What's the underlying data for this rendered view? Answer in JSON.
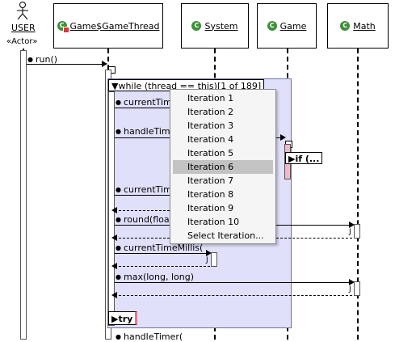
{
  "actor": {
    "name": "USER",
    "stereotype": "«Actor»"
  },
  "lifelines": [
    {
      "name": "Game$GameThread",
      "icon": "thread-class-icon"
    },
    {
      "name": "System",
      "icon": "class-icon"
    },
    {
      "name": "Game",
      "icon": "class-icon"
    },
    {
      "name": "Math",
      "icon": "class-icon"
    }
  ],
  "messages": {
    "run": "run()",
    "current_time_1": "currentTime",
    "handle_time_1": "handleTime",
    "current_time_2": "currentTime",
    "round": "round(float",
    "current_time_millis": "currentTimeMillis(",
    "max": "max(long, long)",
    "handle_timer": "handleTimer("
  },
  "frames": {
    "while_label": "while (thread == this)[1 of 189]",
    "if_label": "if (...",
    "try_label": "try"
  },
  "iteration_menu": {
    "items": [
      "Iteration 1",
      "Iteration 2",
      "Iteration 3",
      "Iteration 4",
      "Iteration 5",
      "Iteration 6",
      "Iteration 7",
      "Iteration 8",
      "Iteration 9",
      "Iteration 10",
      "Select Iteration..."
    ],
    "selected_index": 5
  },
  "colors": {
    "frame_fill": "#e0e0fb",
    "menu_selected": "#c3c3c3",
    "class_icon": "#3f8f3a",
    "activation_pink": "#f3b8c8"
  }
}
